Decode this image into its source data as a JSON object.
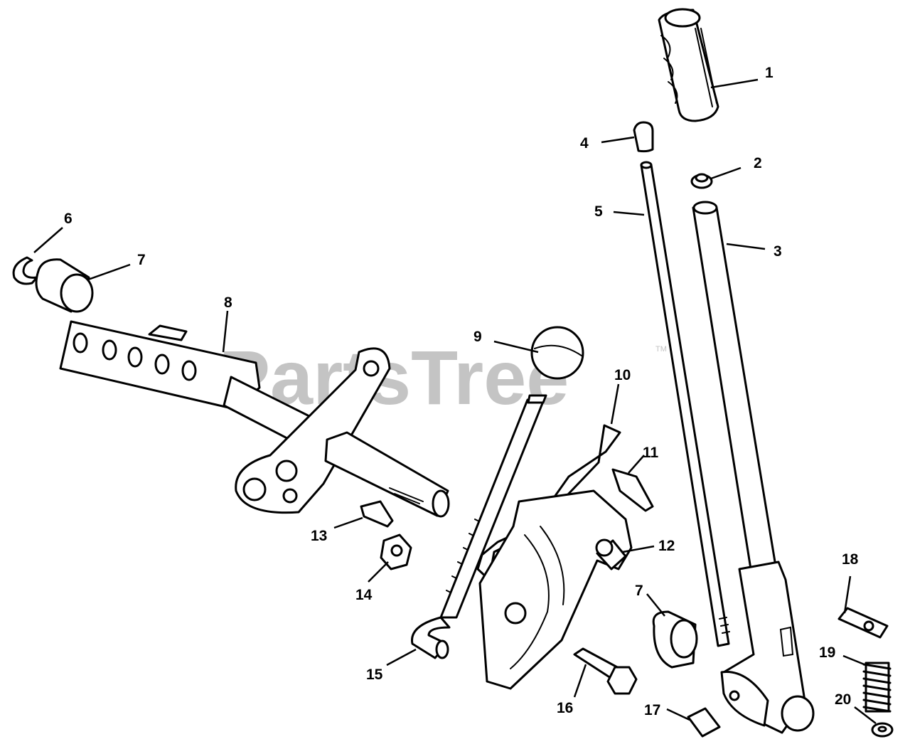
{
  "watermark": {
    "text": "PartsTree",
    "trademark": "TM",
    "color": "#c4c4c4"
  },
  "callouts": [
    {
      "id": "c1",
      "label": "1"
    },
    {
      "id": "c2",
      "label": "2"
    },
    {
      "id": "c3",
      "label": "3"
    },
    {
      "id": "c4",
      "label": "4"
    },
    {
      "id": "c5",
      "label": "5"
    },
    {
      "id": "c6",
      "label": "6"
    },
    {
      "id": "c7a",
      "label": "7"
    },
    {
      "id": "c7b",
      "label": "7"
    },
    {
      "id": "c8",
      "label": "8"
    },
    {
      "id": "c9",
      "label": "9"
    },
    {
      "id": "c10",
      "label": "10"
    },
    {
      "id": "c11",
      "label": "11"
    },
    {
      "id": "c12",
      "label": "12"
    },
    {
      "id": "c13",
      "label": "13"
    },
    {
      "id": "c14",
      "label": "14"
    },
    {
      "id": "c15",
      "label": "15"
    },
    {
      "id": "c16",
      "label": "16"
    },
    {
      "id": "c17",
      "label": "17"
    },
    {
      "id": "c18",
      "label": "18"
    },
    {
      "id": "c19",
      "label": "19"
    },
    {
      "id": "c20",
      "label": "20"
    }
  ]
}
